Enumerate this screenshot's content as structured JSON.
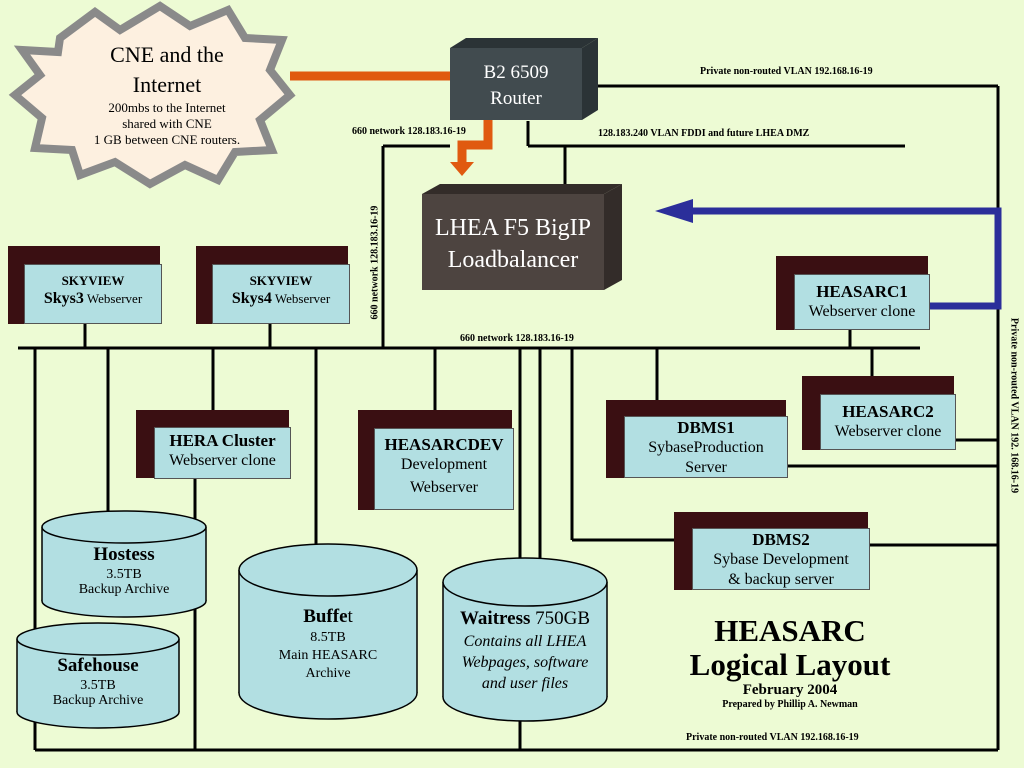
{
  "cloud": {
    "title_line1": "CNE and the",
    "title_line2": "Internet",
    "line1": "200mbs to the Internet",
    "line2": "shared with CNE",
    "line3": "1 GB between CNE routers."
  },
  "router": {
    "line1": "B2 6509",
    "line2": "Router"
  },
  "loadbalancer": {
    "line1": "LHEA F5 BigIP",
    "line2": "Loadbalancer"
  },
  "net_labels": {
    "vlan_top": "Private non-routed VLAN 192.168.16-19",
    "net660_top": "660 network 128.183.16-19",
    "fddi": "128.183.240 VLAN  FDDI and future LHEA DMZ",
    "net660_vertical": "660 network 128.183.16-19",
    "net660_bus": "660 network 128.183.16-19",
    "vlan_right": "Private non-routed VLAN 192. 168.16-19",
    "vlan_bottom": "Private non-routed VLAN 192.168.16-19"
  },
  "servers": {
    "skys3": {
      "line1": "SKYVIEW",
      "name": "Skys3",
      "role": " Webserver"
    },
    "skys4": {
      "line1": "SKYVIEW",
      "name": "Skys4",
      "role": " Webserver"
    },
    "heasarc1": {
      "name": "HEASARC1",
      "role": "Webserver clone"
    },
    "heasarc2": {
      "name": "HEASARC2",
      "role": "Webserver clone"
    },
    "hera": {
      "name": "HERA Cluster",
      "role": "Webserver clone"
    },
    "heasarcdev": {
      "name": "HEASARCDEV",
      "line2": "Development",
      "line3": "Webserver"
    },
    "dbms1": {
      "name": "DBMS1",
      "line2": "SybaseProduction",
      "line3": "Server"
    },
    "dbms2": {
      "name": "DBMS2",
      "line2": "Sybase Development",
      "line3": "& backup server"
    }
  },
  "storage": {
    "hostess": {
      "name": "Hostess",
      "size": "3.5TB",
      "desc": "Backup Archive"
    },
    "safehouse": {
      "name": "Safehouse",
      "size": "3.5TB",
      "desc": "Backup Archive"
    },
    "buffet": {
      "name_bold": "Buffe",
      "name_rest": "t",
      "size": "8.5TB",
      "desc1": "Main HEASARC",
      "desc2": "Archive"
    },
    "waitress": {
      "name": "Waitress",
      "size": " 750GB",
      "desc1": "Contains all LHEA",
      "desc2": "Webpages, software",
      "desc3": "and user files"
    }
  },
  "title": {
    "line1": "HEASARC",
    "line2": "Logical Layout",
    "date": "February 2004",
    "author": "Prepared by Phillip A. Newman"
  },
  "colors": {
    "background": "#edfbd4",
    "server_box": "#b2dfe2",
    "shadow": "#3a0f12",
    "router": "#414b4f",
    "loadbalancer": "#4d4440",
    "orange": "#e05a10",
    "blue": "#2b2e9a",
    "cloud_fill": "#fdf0e0",
    "cloud_edge": "#8a8a8a"
  }
}
